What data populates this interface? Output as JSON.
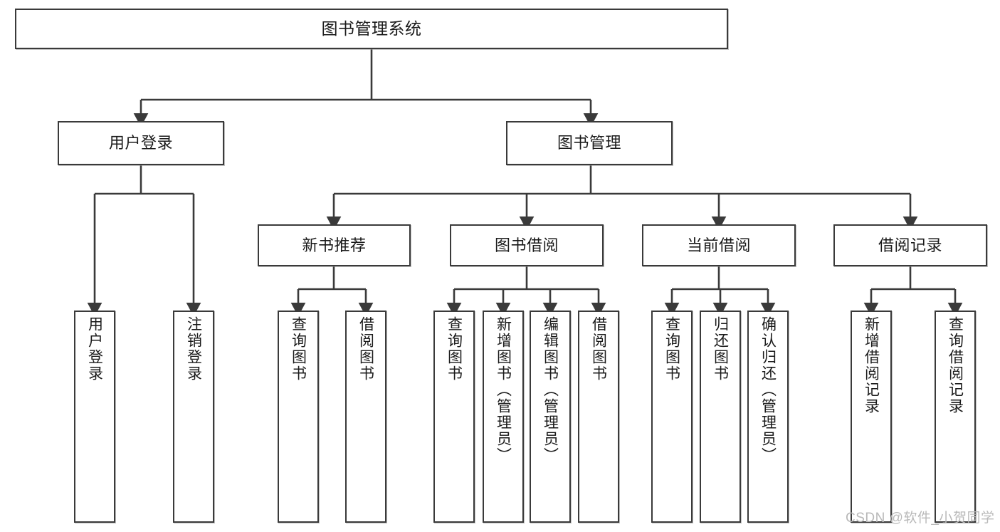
{
  "diagram": {
    "title": "图书管理系统",
    "type": "tree-hierarchy",
    "watermark": "CSDN @软件_小贺同学",
    "colors": {
      "box_border": "#3a3a3a",
      "box_fill": "#ffffff",
      "edge": "#3a3a3a",
      "text": "#1a1a1a",
      "watermark": "#b9b9b9"
    }
  },
  "nodes": {
    "root": {
      "label": "图书管理系统",
      "level": 1
    },
    "level2": [
      {
        "id": "user-login",
        "label": "用户登录"
      },
      {
        "id": "book-manage",
        "label": "图书管理"
      }
    ],
    "level3": [
      {
        "id": "new-book-recommend",
        "label": "新书推荐"
      },
      {
        "id": "book-borrow",
        "label": "图书借阅"
      },
      {
        "id": "current-borrow",
        "label": "当前借阅"
      },
      {
        "id": "borrow-record",
        "label": "借阅记录"
      }
    ],
    "leaves": {
      "user-login": [
        {
          "id": "leaf-user-login",
          "label": "用户登录"
        },
        {
          "id": "leaf-logout-login",
          "label": "注销登录"
        }
      ],
      "new-book-recommend": [
        {
          "id": "leaf-query-book-1",
          "label": "查询图书"
        },
        {
          "id": "leaf-borrow-book-1",
          "label": "借阅图书"
        }
      ],
      "book-borrow": [
        {
          "id": "leaf-query-book-2",
          "label": "查询图书"
        },
        {
          "id": "leaf-add-book",
          "label": "新增图书（管理员）"
        },
        {
          "id": "leaf-edit-book",
          "label": "编辑图书（管理员）"
        },
        {
          "id": "leaf-borrow-book-2",
          "label": "借阅图书"
        }
      ],
      "current-borrow": [
        {
          "id": "leaf-query-book-3",
          "label": "查询图书"
        },
        {
          "id": "leaf-return-book",
          "label": "归还图书"
        },
        {
          "id": "leaf-confirm-return",
          "label": "确认归还（管理员）"
        }
      ],
      "borrow-record": [
        {
          "id": "leaf-add-record",
          "label": "新增借阅记录"
        },
        {
          "id": "leaf-query-record",
          "label": "查询借阅记录"
        }
      ]
    }
  }
}
